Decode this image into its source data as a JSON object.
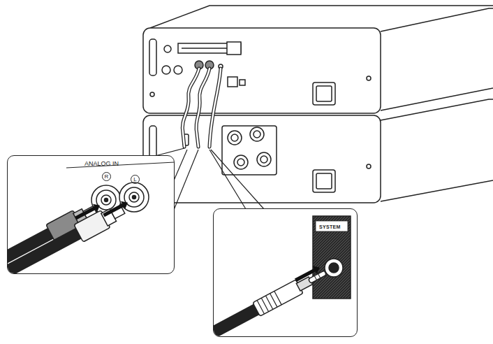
{
  "diagram": {
    "nodes": [
      {
        "text": [
          "ANALOG IN",
          "R",
          "L"
        ]
      },
      {
        "text": [
          "SYSTEM"
        ]
      }
    ]
  }
}
